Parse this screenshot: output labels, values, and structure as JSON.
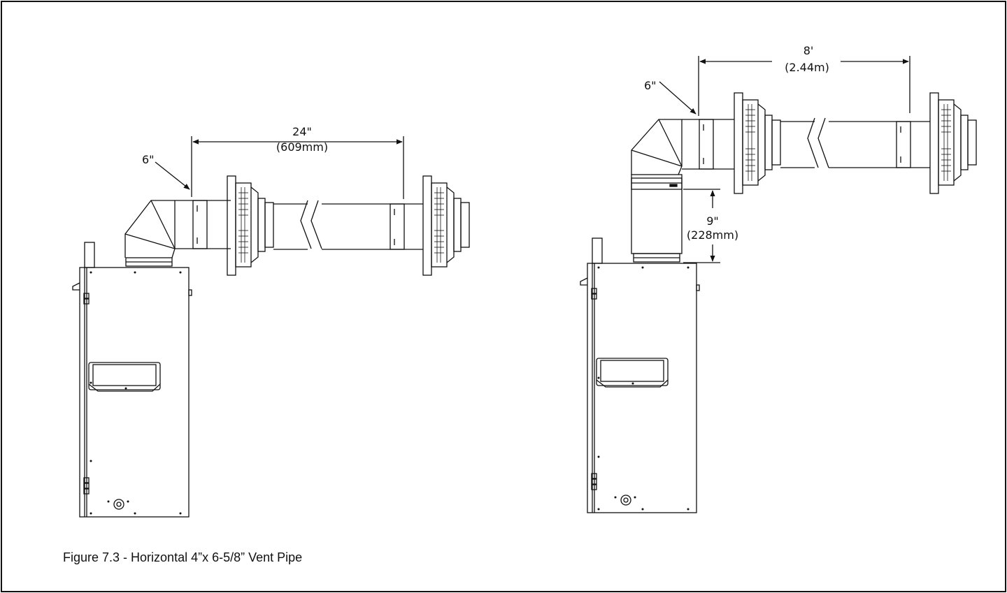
{
  "caption": "Figure 7.3 - Horizontal 4”x 6-5/8” Vent Pipe",
  "left_diagram": {
    "elbow_label": "6\"",
    "span_label": "24\"",
    "span_metric": "(609mm)"
  },
  "right_diagram": {
    "elbow_label": "6\"",
    "span_label": "8'",
    "span_metric": "(2.44m)",
    "rise_label": "9\"",
    "rise_metric": "(228mm)"
  }
}
